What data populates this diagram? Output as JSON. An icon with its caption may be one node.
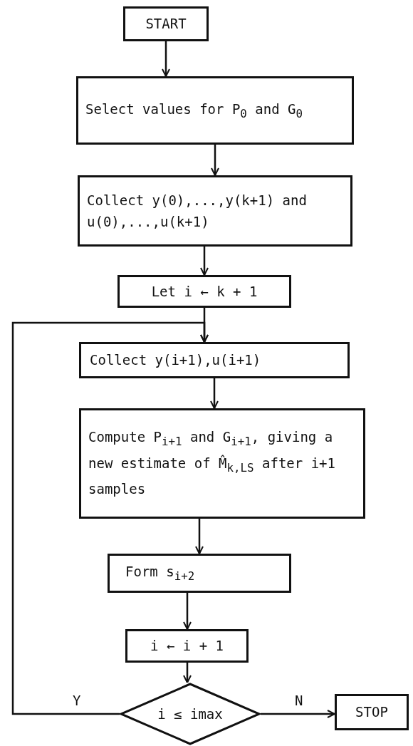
{
  "diagram": {
    "nodes": [
      {
        "text": [
          "START"
        ]
      },
      {
        "text": [
          "Select values for P$_{0}$ and G$_{0}$"
        ]
      },
      {
        "text": [
          "Collect y(0),...,y(k+1) and u(0),...,u(k+1)"
        ]
      },
      {
        "text": [
          "Let i ← k + 1"
        ]
      },
      {
        "text": [
          "Collect y(i+1),u(i+1)"
        ]
      },
      {
        "text": [
          "Compute P$_{i+1}$ and G$_{i+1}$, giving a new estimate of M̂$_{k,LS}$ after i+1 samples"
        ]
      },
      {
        "text": [
          "Form s$_{i+2}$"
        ]
      },
      {
        "text": [
          "i ← i + 1"
        ]
      },
      {
        "text": [
          "i ≤ imax"
        ]
      },
      {
        "text": [
          "STOP"
        ]
      }
    ],
    "edges": [
      {
        "from": 0,
        "to": 1,
        "arrow": "to"
      },
      {
        "from": 1,
        "to": 2,
        "arrow": "to"
      },
      {
        "from": 2,
        "to": 3,
        "arrow": "to"
      },
      {
        "from": 3,
        "to": 4,
        "arrow": "to"
      },
      {
        "from": 4,
        "to": 5,
        "arrow": "to"
      },
      {
        "from": 5,
        "to": 6,
        "arrow": "to"
      },
      {
        "from": 6,
        "to": 7,
        "arrow": "to"
      },
      {
        "from": 7,
        "to": 8,
        "arrow": "to"
      },
      {
        "from": 8,
        "to": 4,
        "arrow": "to",
        "label": "Y"
      },
      {
        "from": 8,
        "to": 9,
        "arrow": "to",
        "label": "N"
      }
    ]
  }
}
